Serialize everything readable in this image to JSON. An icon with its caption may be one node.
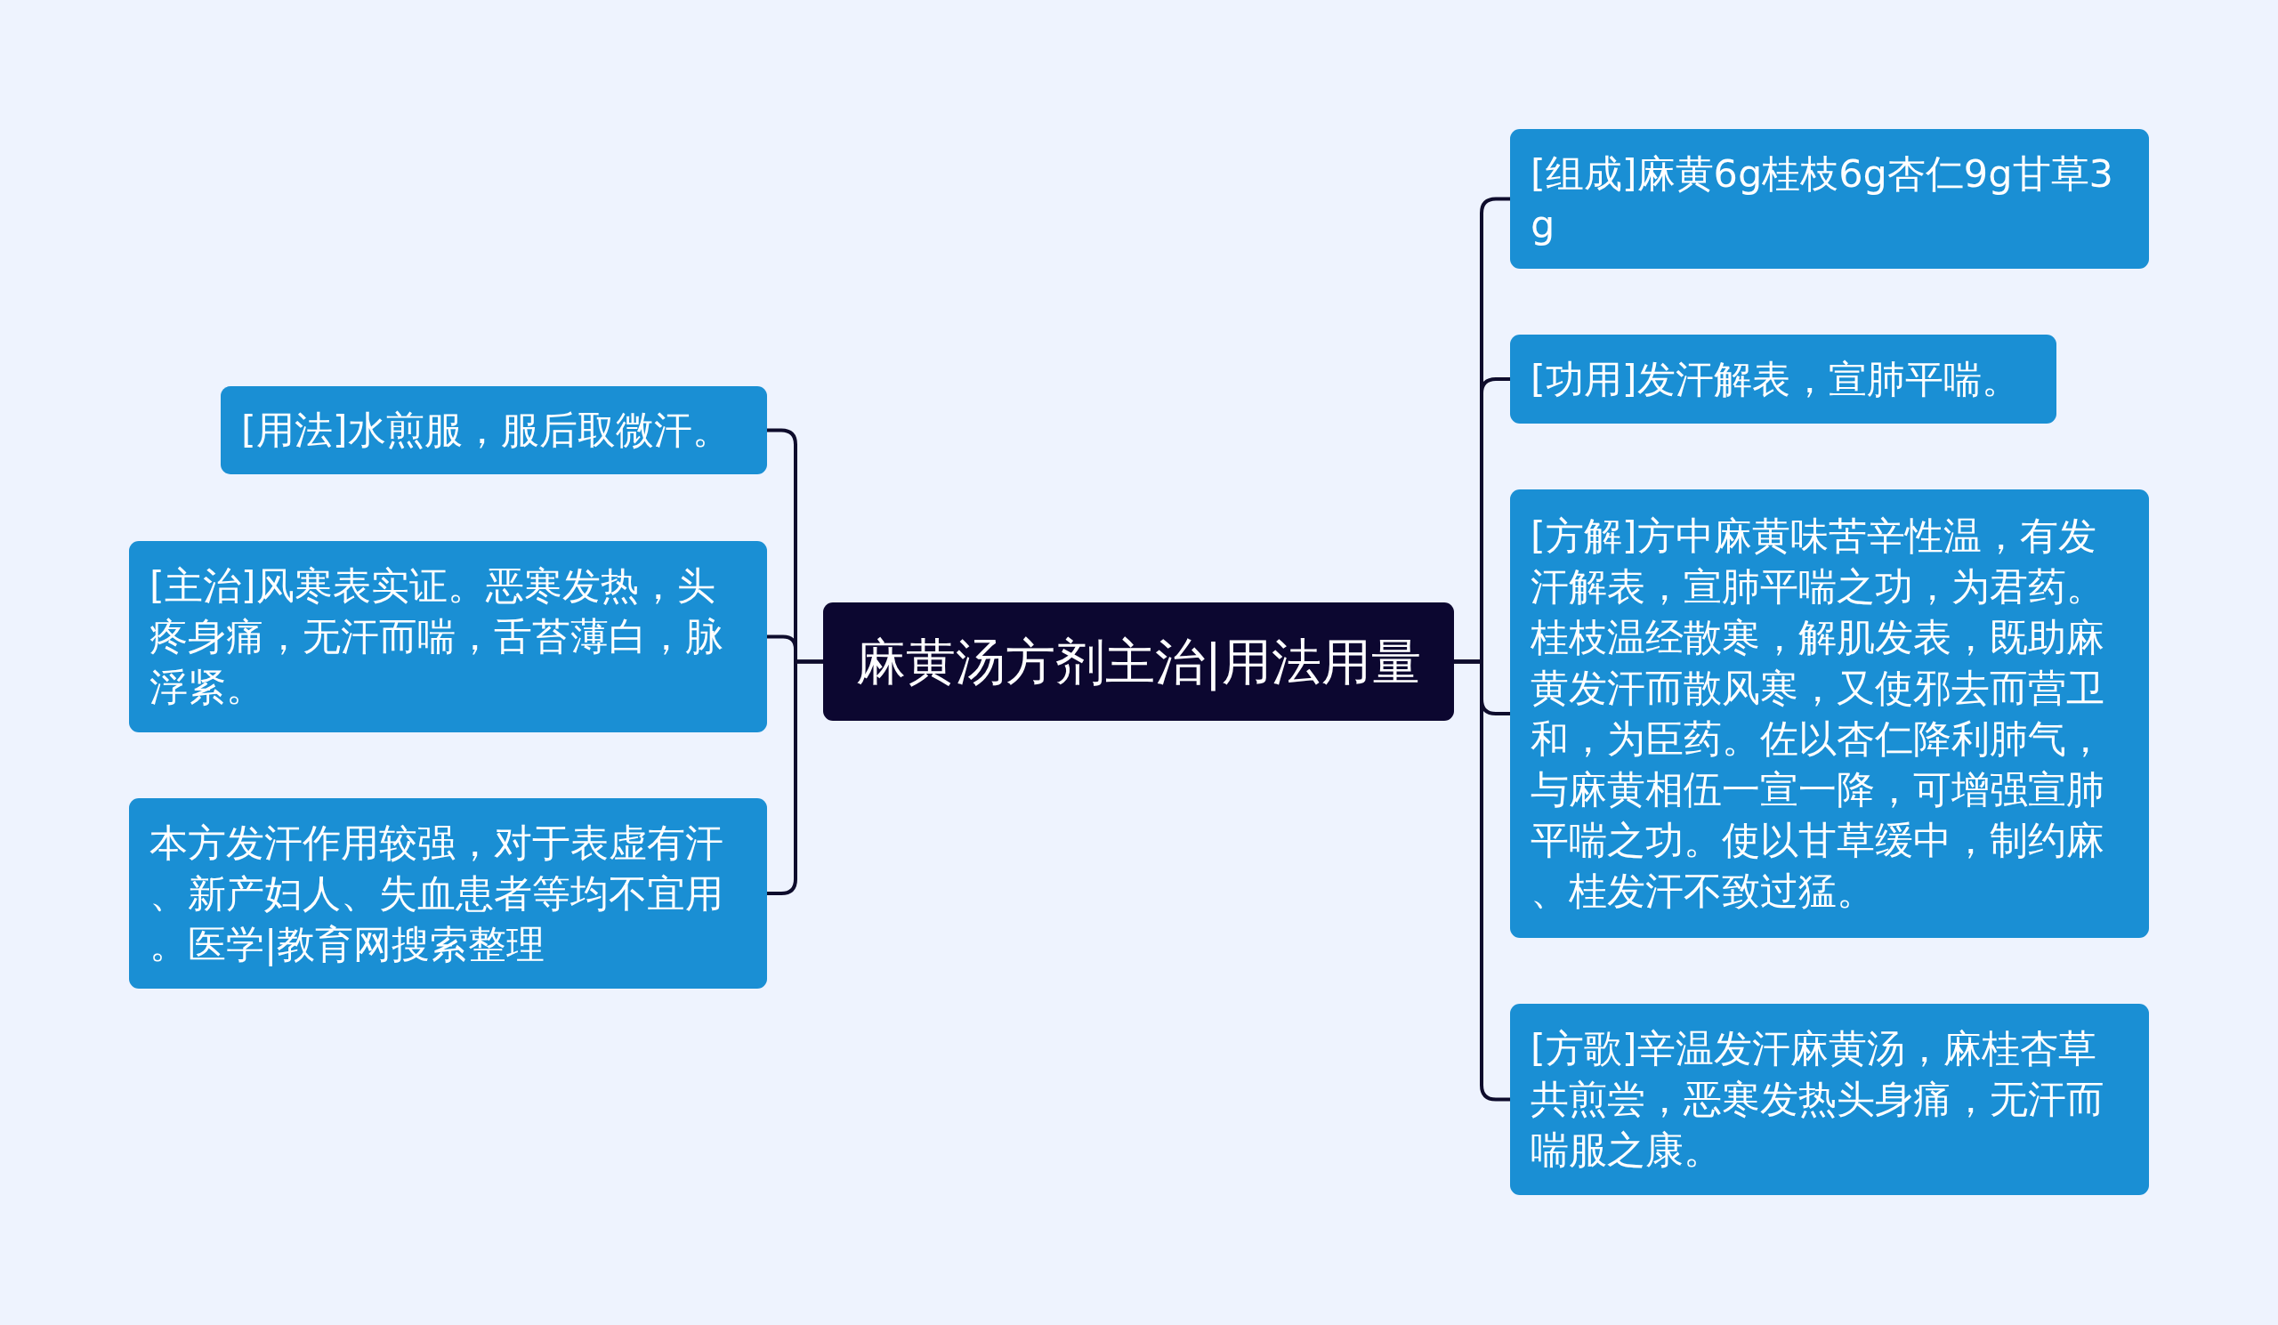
{
  "diagram": {
    "nodes": [
      {
        "text": [
          "麻黄汤方剂主治|用法用量"
        ]
      },
      {
        "text": [
          "[用法]水煎服，服后取微汗。"
        ]
      },
      {
        "text": [
          "[主治]风寒表实证。恶寒发热，头疼身痛，无汗而喘，舌苔薄白，脉浮紧。"
        ]
      },
      {
        "text": [
          "本方发汗作用较强，对于表虚有汗、新产妇人、失血患者等均不宜用。医学|教育网搜索整理"
        ]
      },
      {
        "text": [
          "[组成]麻黄6g桂枝6g杏仁9g甘草3g"
        ]
      },
      {
        "text": [
          "[功用]发汗解表，宣肺平喘。"
        ]
      },
      {
        "text": [
          "[方解]方中麻黄味苦辛性温，有发汗解表，宣肺平喘之功，为君药。桂枝温经散寒，解肌发表，既助麻黄发汗而散风寒，又使邪去而营卫和，为臣药。佐以杏仁降利肺气，与麻黄相伍一宣一降，可增强宣肺平喘之功。使以甘草缓中，制约麻、桂发汗不致过猛。"
        ]
      },
      {
        "text": [
          "[方歌]辛温发汗麻黄汤，麻桂杏草共煎尝，恶寒发热头身痛，无汗而喘服之康。"
        ]
      }
    ],
    "edges": [
      {
        "from": 0,
        "to": 1,
        "arrow": "none"
      },
      {
        "from": 0,
        "to": 2,
        "arrow": "none"
      },
      {
        "from": 0,
        "to": 3,
        "arrow": "none"
      },
      {
        "from": 0,
        "to": 4,
        "arrow": "none"
      },
      {
        "from": 0,
        "to": 5,
        "arrow": "none"
      },
      {
        "from": 0,
        "to": 6,
        "arrow": "none"
      },
      {
        "from": 0,
        "to": 7,
        "arrow": "none"
      }
    ]
  }
}
